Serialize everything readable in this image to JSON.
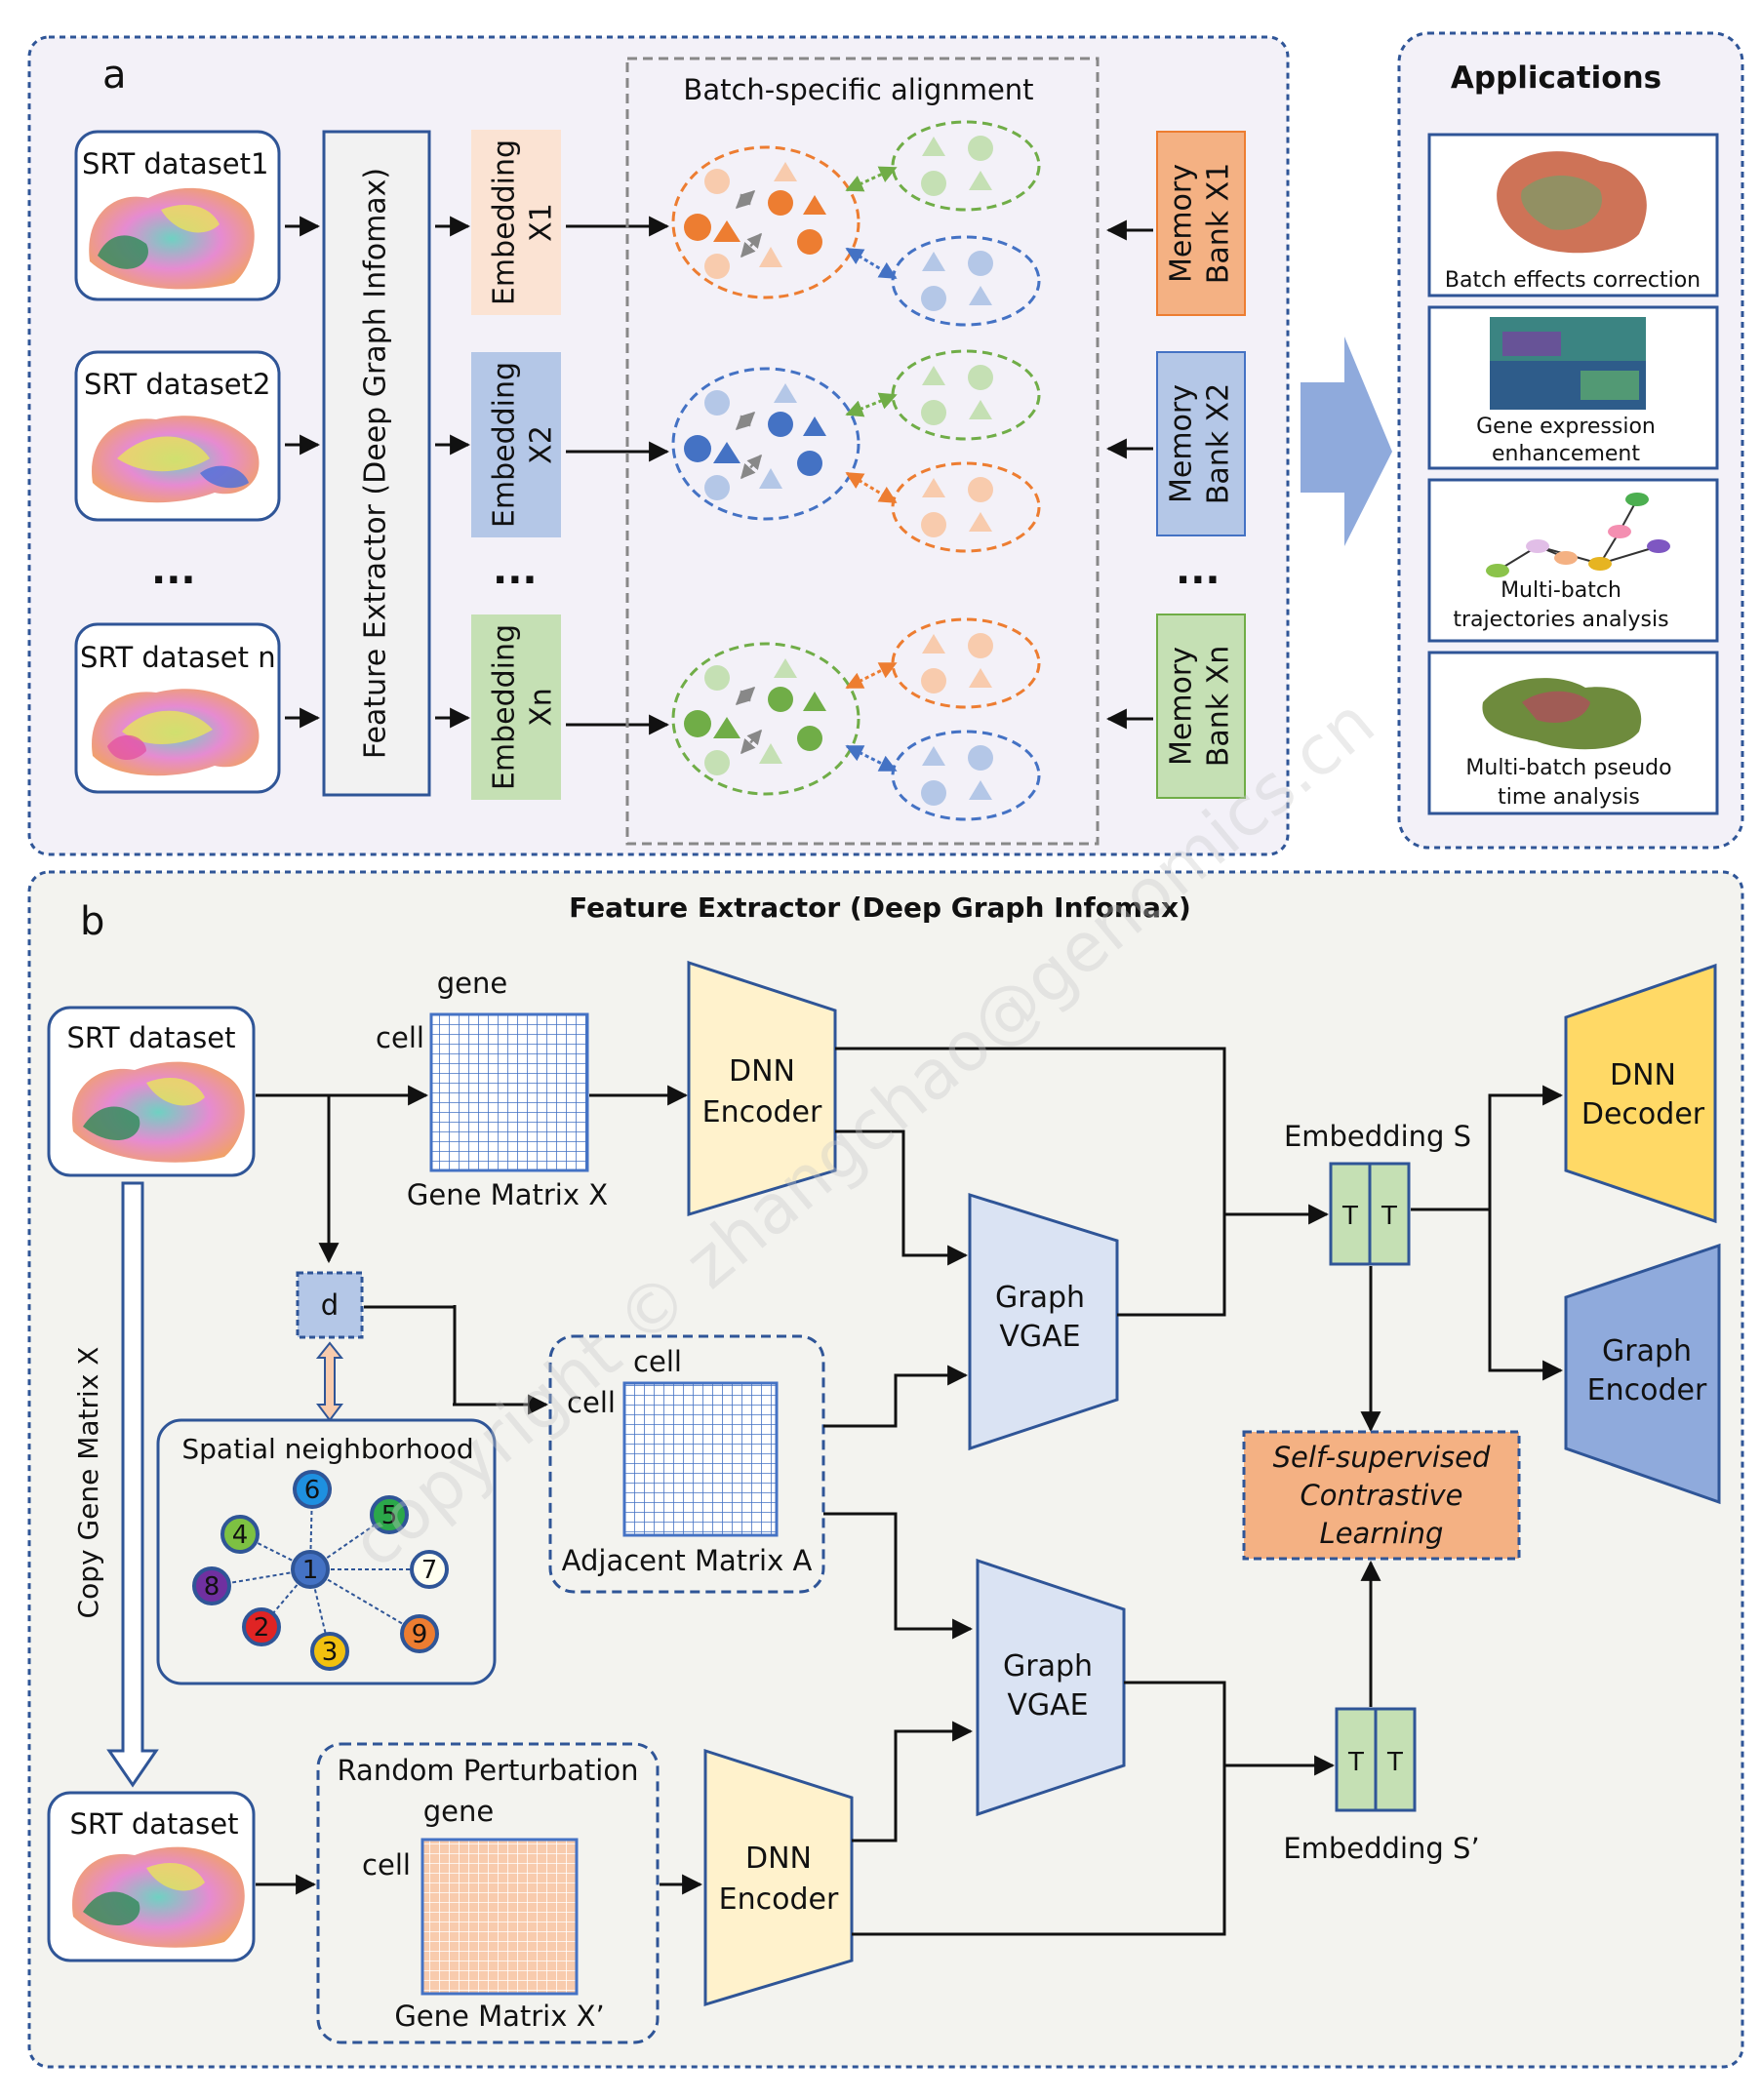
{
  "panel_a": {
    "label": "a",
    "datasets": [
      {
        "label": "SRT dataset1"
      },
      {
        "label": "SRT dataset2"
      },
      {
        "label": "SRT dataset n"
      }
    ],
    "ellipsis": "...",
    "feature_extractor": "Feature Extractor (Deep Graph Infomax)",
    "embeddings": [
      {
        "line1": "Embedding",
        "line2": "X1",
        "color": "#FBE3D3"
      },
      {
        "line1": "Embedding",
        "line2": "X2",
        "color": "#B4C7E7"
      },
      {
        "line1": "Embedding",
        "line2": "Xn",
        "color": "#C5E0B4"
      }
    ],
    "batch_title": "Batch-specific alignment",
    "memory_banks": [
      {
        "line1": "Memory",
        "line2": "Bank X1",
        "color": "#F4B183"
      },
      {
        "line1": "Memory",
        "line2": "Bank X2",
        "color": "#B4C7E7"
      },
      {
        "line1": "Memory",
        "line2": "Bank Xn",
        "color": "#C5E0B4"
      }
    ]
  },
  "applications": {
    "title": "Applications",
    "items": [
      {
        "line1": "Batch effects correction",
        "line2": ""
      },
      {
        "line1": "Gene expression",
        "line2": "enhancement"
      },
      {
        "line1": "Multi-batch",
        "line2": "trajectories analysis"
      },
      {
        "line1": "Multi-batch pseudo",
        "line2": "time analysis"
      }
    ]
  },
  "panel_b": {
    "label": "b",
    "title": "Feature Extractor (Deep Graph Infomax)",
    "srt_top": "SRT dataset",
    "srt_bottom": "SRT dataset",
    "copy_label": "Copy Gene Matrix X",
    "gene": "gene",
    "cell": "cell",
    "gene_matrix_x": "Gene Matrix X",
    "gene_matrix_x2": "Gene Matrix X’",
    "adjacent_matrix": "Adjacent Matrix A",
    "random_perturbation": "Random Perturbation",
    "d_label": "d",
    "spatial_title": "Spatial neighborhood",
    "nodes": [
      "1",
      "2",
      "3",
      "4",
      "5",
      "6",
      "7",
      "8",
      "9"
    ],
    "dnn_encoder": [
      "DNN",
      "Encoder"
    ],
    "graph_vgae": [
      "Graph",
      "VGAE"
    ],
    "embedding_s": "Embedding S",
    "embedding_s2": "Embedding S’",
    "t_label": "T",
    "ssl": [
      "Self-supervised",
      "Contrastive",
      "Learning"
    ],
    "dnn_decoder": [
      "DNN",
      "Decoder"
    ],
    "graph_encoder": [
      "Graph",
      "Encoder"
    ]
  },
  "watermark": "copyright © zhangchao@genomics.cn",
  "colors": {
    "orange": "#ED7D31",
    "blue": "#4472C4",
    "green": "#70AD47",
    "frame": "#2F5597",
    "panel_bg": "#F3F1F8",
    "panel_b_bg": "#F3F3EF",
    "encoder_fill": "#FFF2CC",
    "vgae_fill": "#DAE3F3",
    "decoder_fill": "#FFD966",
    "graph_encoder_fill": "#8FAADC",
    "ssl_fill": "#F4B183",
    "t_fill": "#C5E0B4"
  }
}
